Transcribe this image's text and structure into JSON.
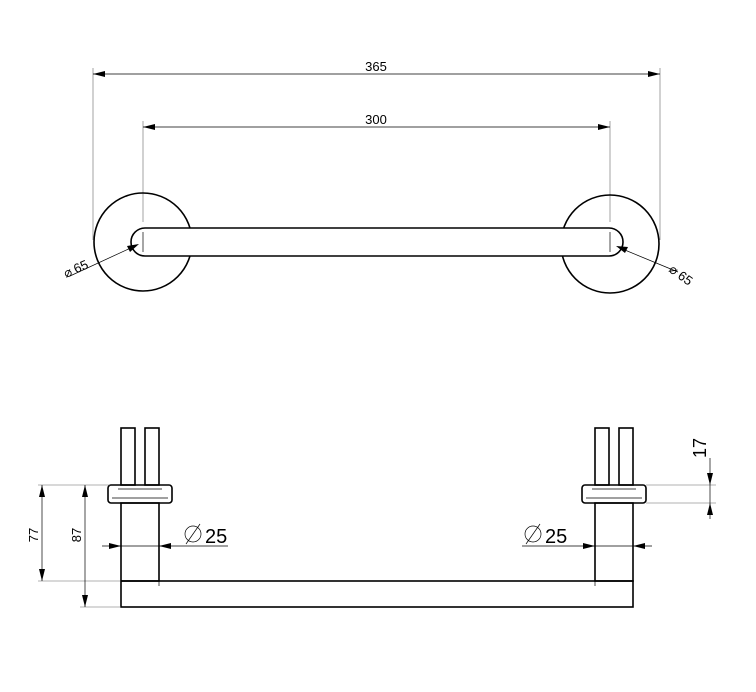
{
  "top_view": {
    "overall_length": "365",
    "center_distance": "300",
    "rosette_diameter_left": "65",
    "rosette_diameter_right": "65"
  },
  "side_view": {
    "height_outer": "77",
    "height_total": "87",
    "rosette_thickness": "17",
    "tube_diameter_left": "25",
    "tube_diameter_right": "25"
  },
  "diameter_symbol": "⌀"
}
